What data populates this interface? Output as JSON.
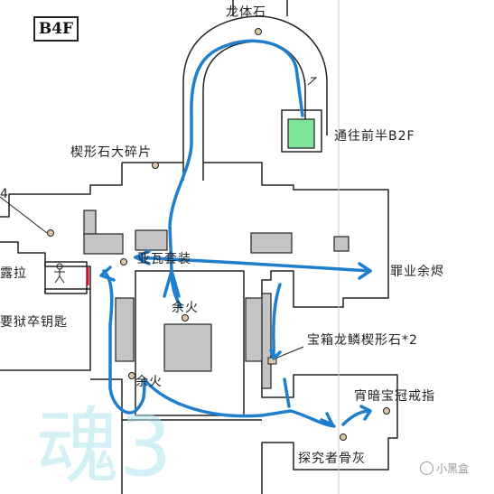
{
  "map": {
    "floor_label": "B4F",
    "labels": {
      "dragon_stone": "龙体石",
      "to_first_half": "通往前半B2F",
      "large_wedge": "楔形石大碎片",
      "left_number": "4",
      "left_name": "露拉",
      "asylum_key": "要狱卒钥匙",
      "armor_set": "亚瓦套装",
      "bonfire_1": "余火",
      "bonfire_2": "余火",
      "sin_ember": "罪业余烬",
      "chest_items": "宝箱龙鳞楔形石*2",
      "dark_crown_ring": "宵暗宝冠戒指",
      "seeker_ashes": "探究者骨灰"
    },
    "watermark": "魂3",
    "credit": "小黑盒"
  },
  "colors": {
    "route": "#1f7fcc",
    "wall": "#222222",
    "pillar": "#c4c4c4",
    "exit": "#7fe39a",
    "item": "#d8c7a2",
    "door": "#d0102a",
    "watermark": "#aee4ee"
  }
}
